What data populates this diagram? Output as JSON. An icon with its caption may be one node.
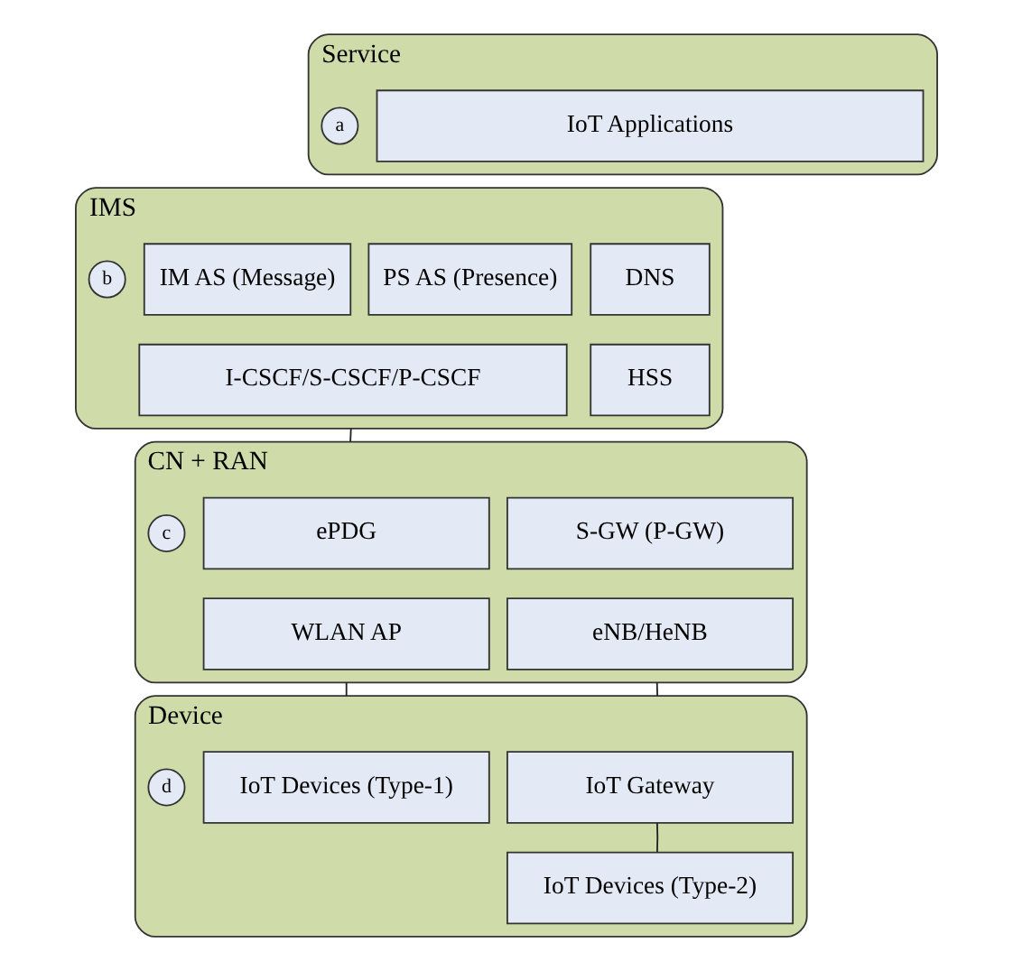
{
  "diagram": {
    "nodes": [
      {
        "text": [
          "Service"
        ]
      },
      {
        "text": [
          "a"
        ],
        "in": 0
      },
      {
        "text": [
          "IoT Applications"
        ],
        "in": 0
      },
      {
        "text": [
          "IMS"
        ]
      },
      {
        "text": [
          "b"
        ],
        "in": 3
      },
      {
        "text": [
          "IM AS (Message)"
        ],
        "in": 3
      },
      {
        "text": [
          "PS AS (Presence)"
        ],
        "in": 3
      },
      {
        "text": [
          "DNS"
        ],
        "in": 3
      },
      {
        "text": [
          "I-CSCF/S-CSCF/P-CSCF"
        ],
        "in": 3
      },
      {
        "text": [
          "HSS"
        ],
        "in": 3
      },
      {
        "text": [
          "CN + RAN"
        ]
      },
      {
        "text": [
          "c"
        ],
        "in": 10
      },
      {
        "text": [
          "ePDG"
        ],
        "in": 10
      },
      {
        "text": [
          "S-GW (P-GW)"
        ],
        "in": 10
      },
      {
        "text": [
          "WLAN AP"
        ],
        "in": 10
      },
      {
        "text": [
          "eNB/HeNB"
        ],
        "in": 10
      },
      {
        "text": [
          "Device"
        ]
      },
      {
        "text": [
          "d"
        ],
        "in": 16
      },
      {
        "text": [
          "IoT Devices (Type-1)"
        ],
        "in": 16
      },
      {
        "text": [
          "IoT Gateway"
        ],
        "in": 16
      },
      {
        "text": [
          "IoT Devices (Type-2)"
        ],
        "in": 16
      }
    ],
    "edges": [
      {
        "from": 3,
        "to": 10,
        "arrow": "none"
      },
      {
        "from": 10,
        "to": 16,
        "arrow": "none"
      },
      {
        "from": 10,
        "to": 16,
        "arrow": "none"
      },
      {
        "from": 19,
        "to": 20,
        "arrow": "none"
      }
    ]
  }
}
